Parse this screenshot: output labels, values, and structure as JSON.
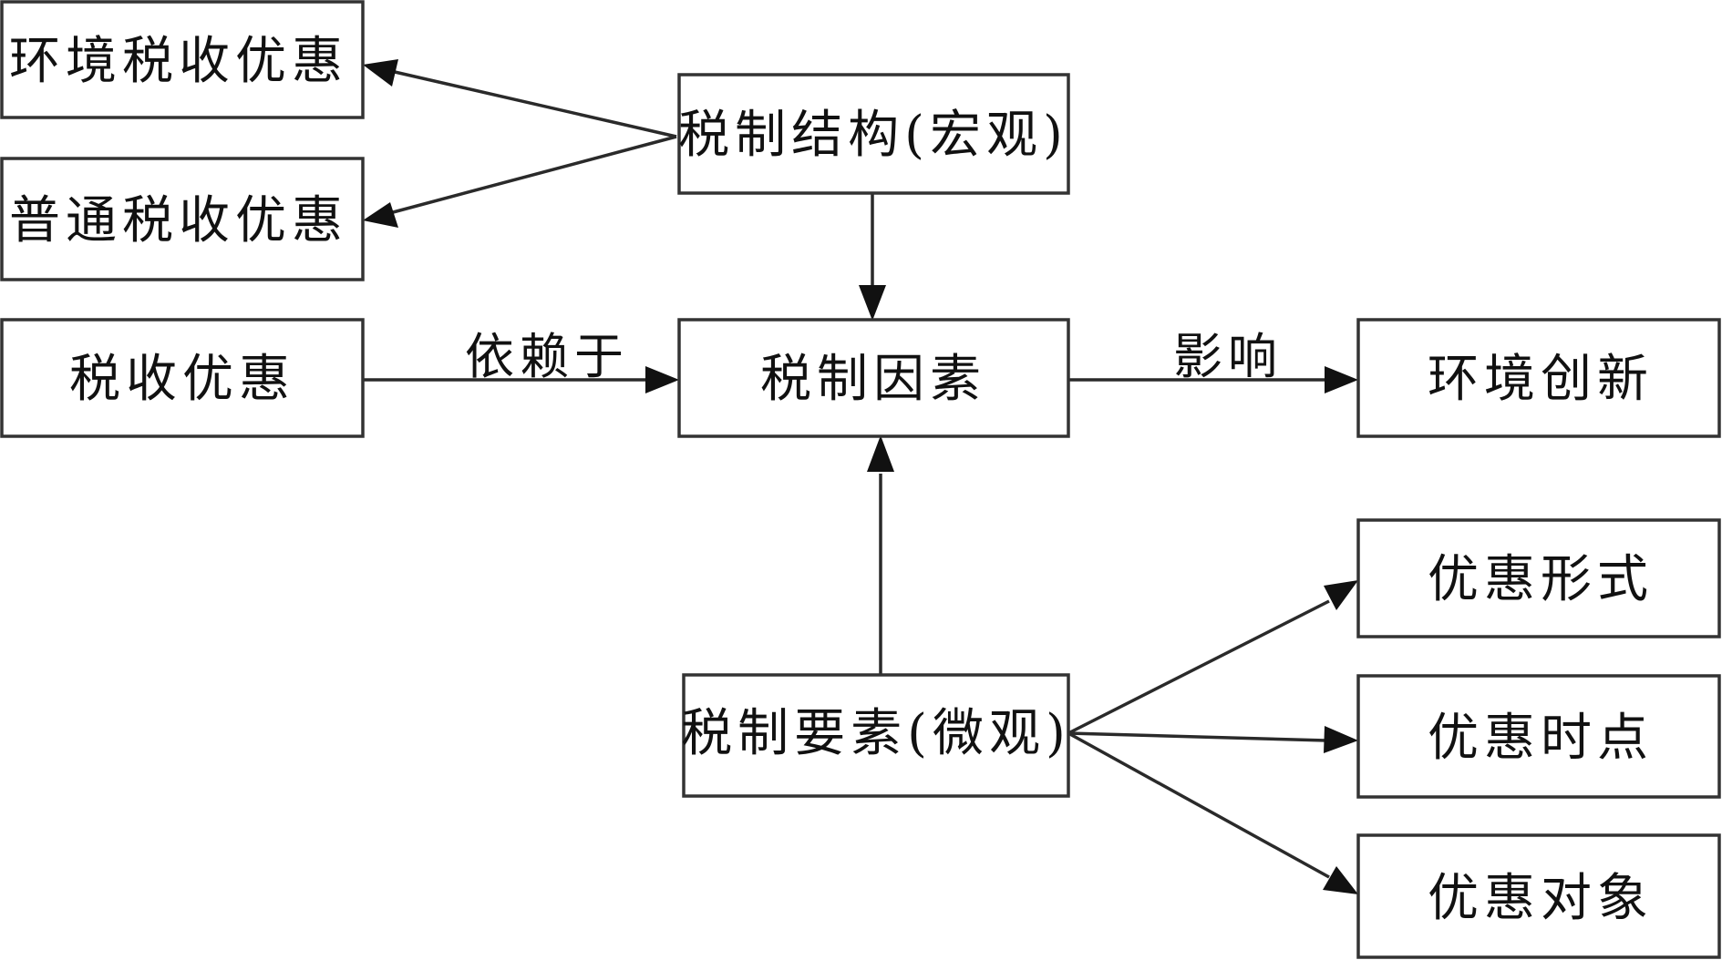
{
  "nodes": {
    "env_tax_pref": "环境税收优惠",
    "general_tax_pref": "普通税收优惠",
    "tax_pref": "税收优惠",
    "tax_structure": "税制结构(宏观)",
    "tax_factor": "税制因素",
    "tax_elements": "税制要素(微观)",
    "env_innovation": "环境创新",
    "pref_form": "优惠形式",
    "pref_timing": "优惠时点",
    "pref_target": "优惠对象"
  },
  "edges": {
    "depends_on": "依赖于",
    "influences": "影响"
  },
  "colors": {
    "stroke": "#333333",
    "arrow": "#111111",
    "text": "#111111"
  }
}
